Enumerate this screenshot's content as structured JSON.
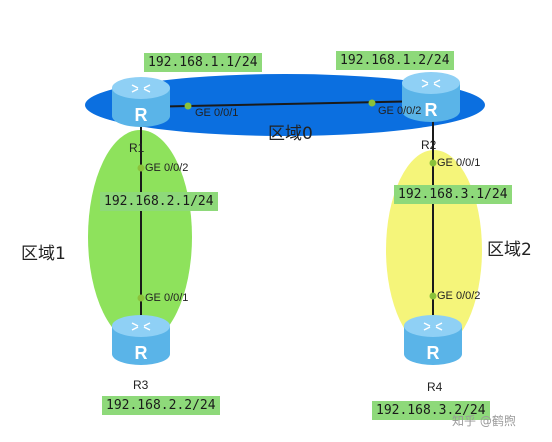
{
  "diagram": {
    "areas": [
      {
        "id": "area0",
        "label": "区域0",
        "color": "#0b6fe0"
      },
      {
        "id": "area1",
        "label": "区域1",
        "color": "#8ee25c"
      },
      {
        "id": "area2",
        "label": "区域2",
        "color": "#f5f57a"
      }
    ],
    "routers": [
      {
        "id": "R1",
        "label": "R1"
      },
      {
        "id": "R2",
        "label": "R2"
      },
      {
        "id": "R3",
        "label": "R3"
      },
      {
        "id": "R4",
        "label": "R4"
      }
    ],
    "links": [
      {
        "from": "R1",
        "to": "R2",
        "from_port": "GE 0/0/1",
        "to_port": "GE 0/0/2",
        "from_ip": "192.168.1.1/24",
        "to_ip": "192.168.1.2/24"
      },
      {
        "from": "R1",
        "to": "R3",
        "from_port": "GE 0/0/2",
        "to_port": "GE 0/0/1",
        "from_ip": "192.168.2.1/24",
        "to_ip": "192.168.2.2/24"
      },
      {
        "from": "R2",
        "to": "R4",
        "from_port": "GE 0/0/1",
        "to_port": "GE 0/0/2",
        "from_ip": "192.168.3.1/24",
        "to_ip": "192.168.3.2/24"
      }
    ],
    "router_icon_letter": "R",
    "colors": {
      "router_body": "#5ab4e8",
      "router_top": "#8fd0f5",
      "port_dot": "#8ac23a",
      "ip_tag": "#8ed97a"
    }
  },
  "watermark": "知乎 @鹤煦"
}
